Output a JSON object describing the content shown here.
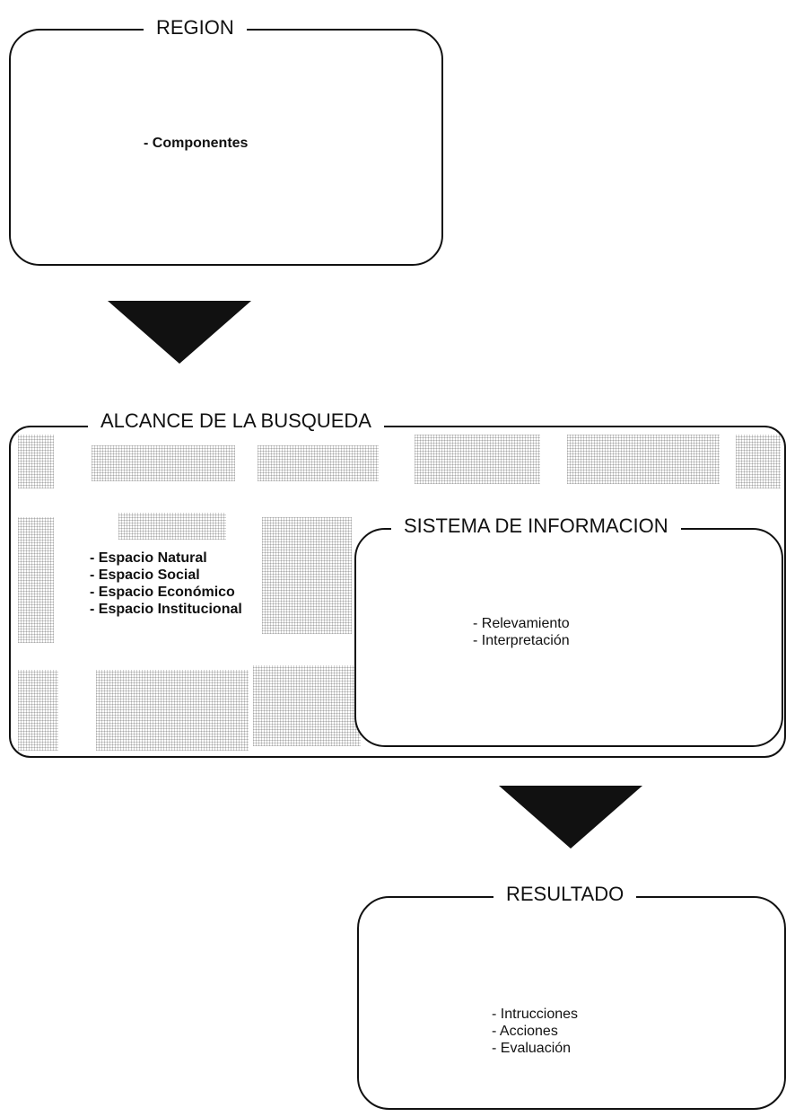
{
  "region": {
    "title": "REGION",
    "items": [
      "- Componentes"
    ]
  },
  "alcance": {
    "title": "ALCANCE DE LA BUSQUEDA",
    "items": [
      "- Espacio Natural",
      "- Espacio Social",
      "- Espacio Económico",
      "- Espacio Institucional"
    ]
  },
  "sistema": {
    "title": "SISTEMA DE INFORMACION",
    "items": [
      "- Relevamiento",
      "- Interpretación"
    ]
  },
  "resultado": {
    "title": "RESULTADO",
    "items": [
      "- Intrucciones",
      "- Acciones",
      "- Evaluación"
    ]
  }
}
